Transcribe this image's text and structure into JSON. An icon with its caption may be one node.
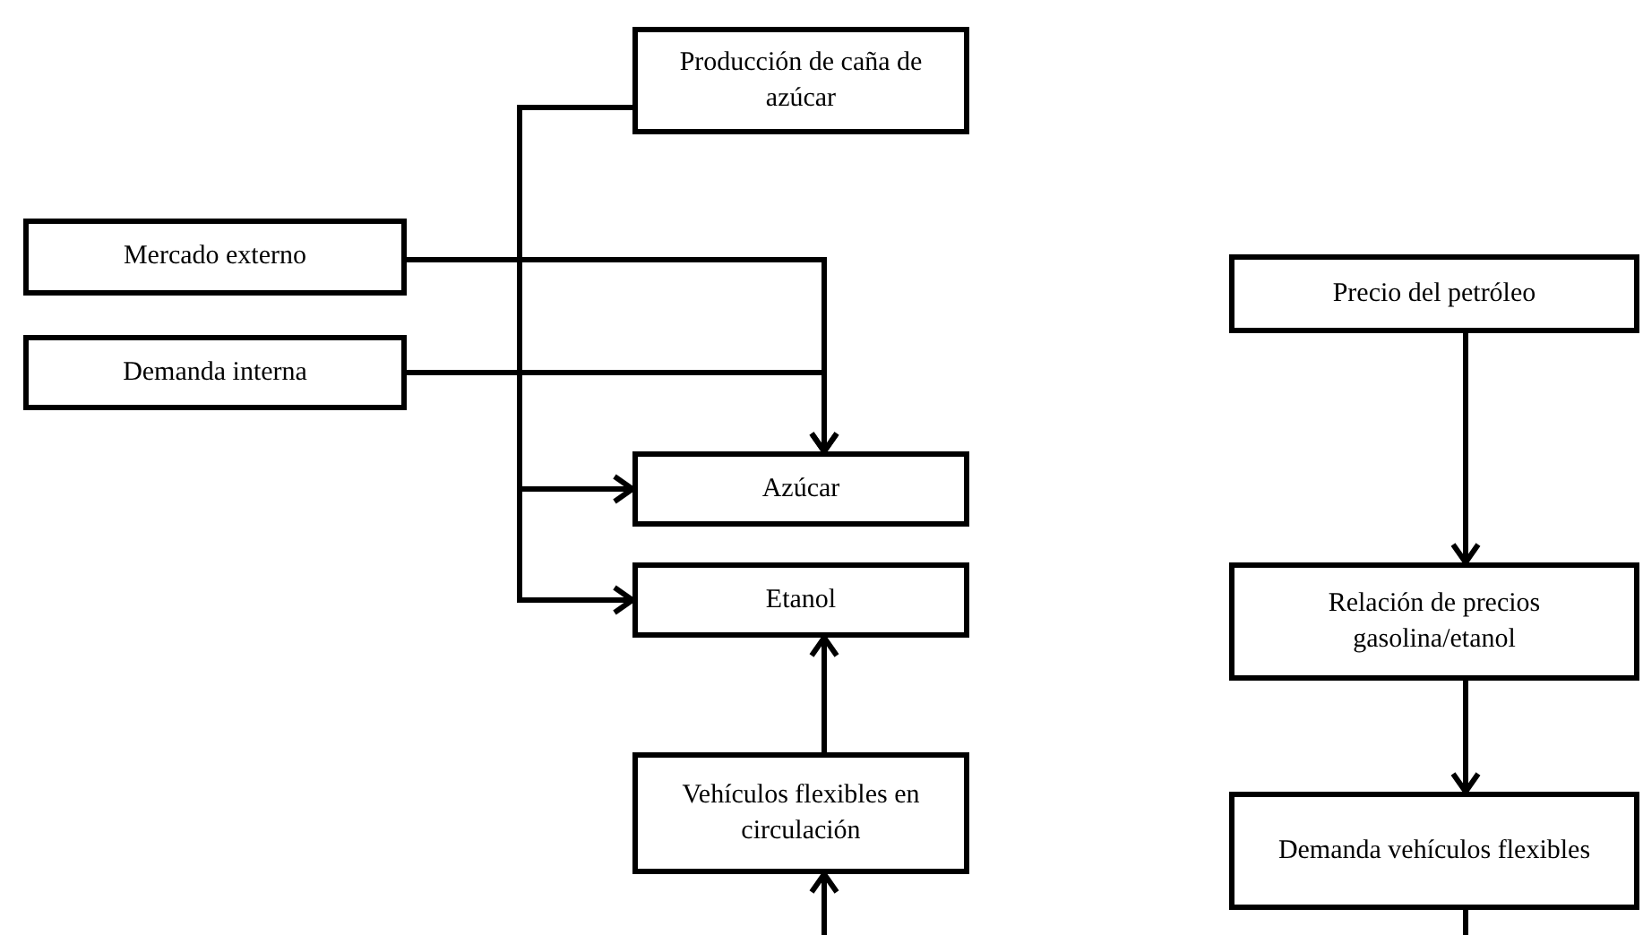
{
  "diagram": {
    "nodes": [
      {
        "text": [
          "Producción de caña de azúcar"
        ]
      },
      {
        "text": [
          "Mercado externo"
        ]
      },
      {
        "text": [
          "Demanda interna"
        ]
      },
      {
        "text": [
          "Azúcar"
        ]
      },
      {
        "text": [
          "Etanol"
        ]
      },
      {
        "text": [
          "Vehículos flexibles en circulación"
        ]
      },
      {
        "text": [
          "Precio del petróleo"
        ]
      },
      {
        "text": [
          "Relación de precios gasolina/etanol"
        ]
      },
      {
        "text": [
          "Demanda vehículos flexibles"
        ]
      }
    ],
    "edges": [
      {
        "from": 0,
        "to": 3,
        "arrow": "to"
      },
      {
        "from": 0,
        "to": 4,
        "arrow": "to"
      },
      {
        "from": 1,
        "to": 3,
        "arrow": "to"
      },
      {
        "from": 2,
        "to": 3,
        "arrow": "to"
      },
      {
        "from": 5,
        "to": 4,
        "arrow": "to"
      },
      {
        "from": null,
        "to": 5,
        "arrow": "to"
      },
      {
        "from": 6,
        "to": 7,
        "arrow": "to"
      },
      {
        "from": 7,
        "to": 8,
        "arrow": "to"
      },
      {
        "from": 8,
        "to": null,
        "arrow": "none"
      }
    ]
  }
}
